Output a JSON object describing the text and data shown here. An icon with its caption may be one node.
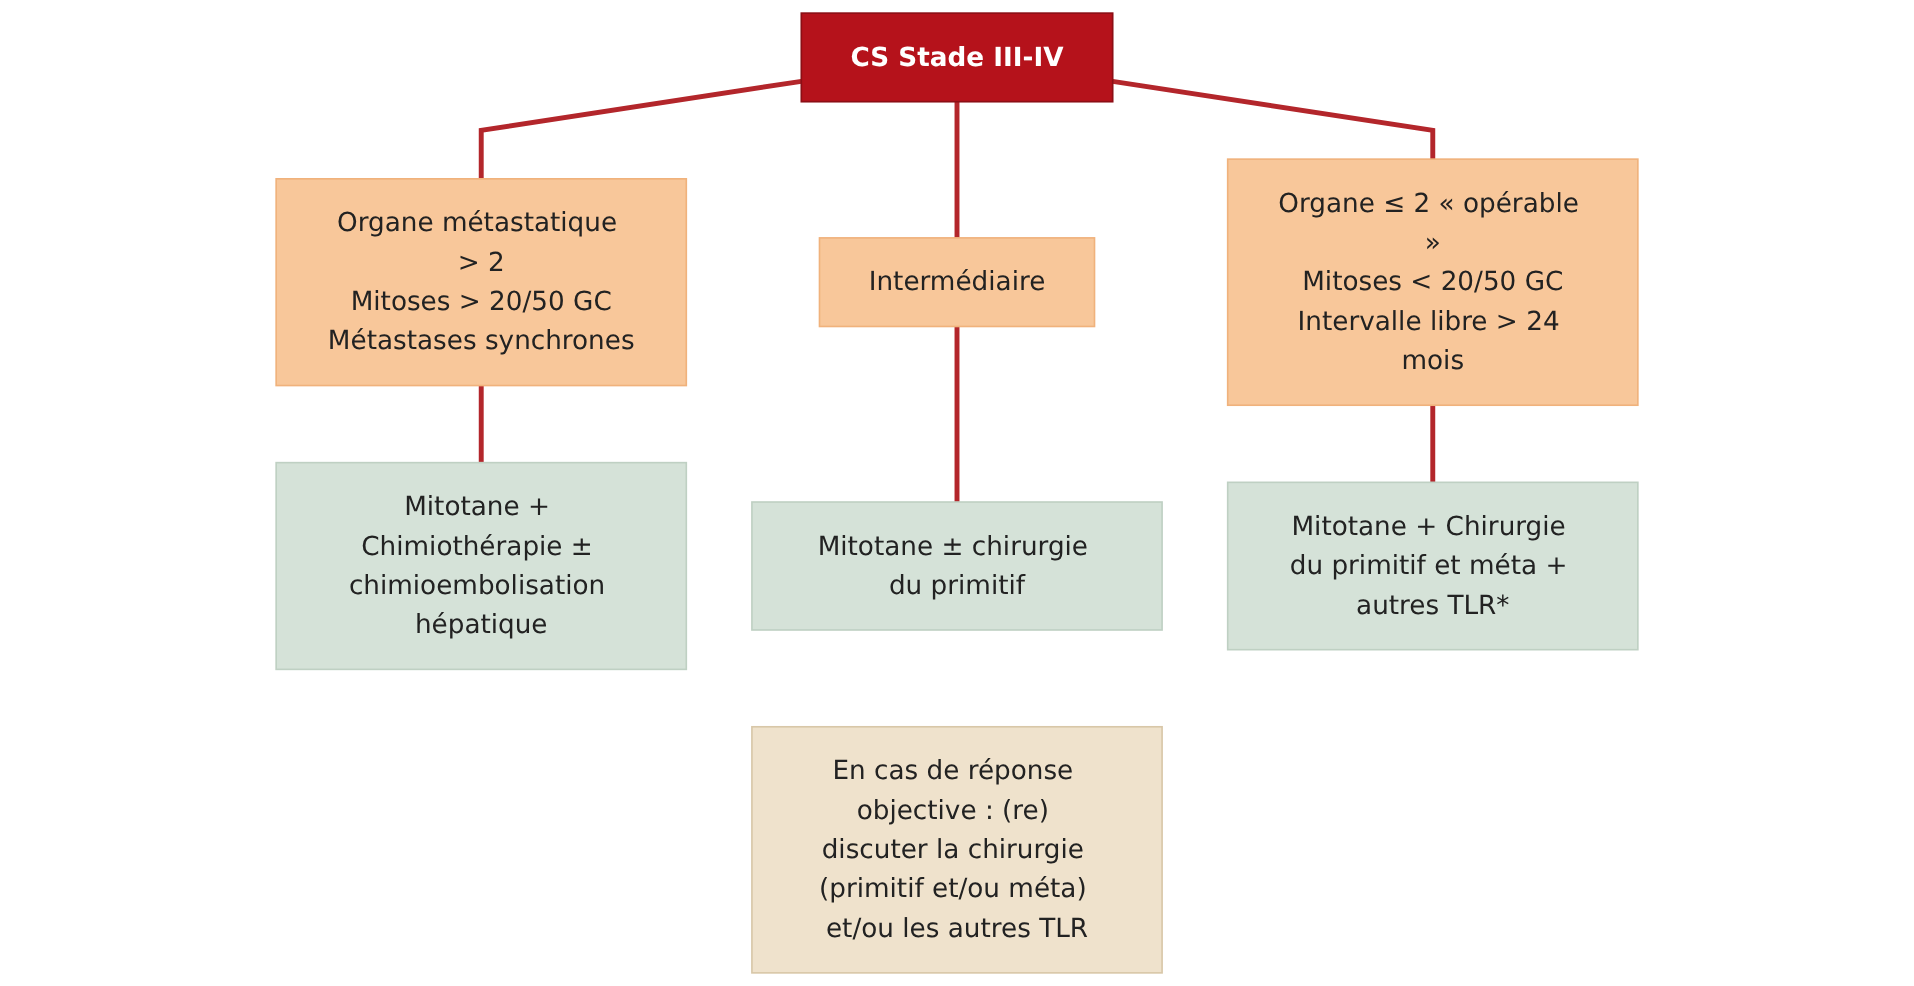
{
  "diagram": {
    "nodes": [
      {
        "text": [
          "CS Stade III-IV"
        ]
      },
      {
        "text": [
          "Organe métastatique > 2",
          "Mitoses > 20/50 GC",
          "Métastases synchrones"
        ]
      },
      {
        "text": [
          "Intermédiaire"
        ]
      },
      {
        "text": [
          "Organe ≤ 2 « opérable »",
          "Mitoses < 20/50 GC",
          "Intervalle libre > 24 mois"
        ]
      },
      {
        "text": [
          "Mitotane + Chimiothérapie ± chimioembolisation hépatique"
        ]
      },
      {
        "text": [
          "Mitotane ± chirurgie du primitif"
        ]
      },
      {
        "text": [
          "Mitotane + Chirurgie du primitif et méta + autres TLR*"
        ]
      },
      {
        "text": [
          "En cas de réponse objective : (re) discuter la chirurgie (primitif et/ou méta) et/ou les autres TLR"
        ]
      }
    ],
    "edges": [
      {
        "from": 0,
        "to": 1,
        "arrow": "none"
      },
      {
        "from": 0,
        "to": 2,
        "arrow": "none"
      },
      {
        "from": 0,
        "to": 3,
        "arrow": "none"
      },
      {
        "from": 1,
        "to": 4,
        "arrow": "none"
      },
      {
        "from": 2,
        "to": 5,
        "arrow": "none"
      },
      {
        "from": 3,
        "to": 6,
        "arrow": "none"
      }
    ]
  }
}
